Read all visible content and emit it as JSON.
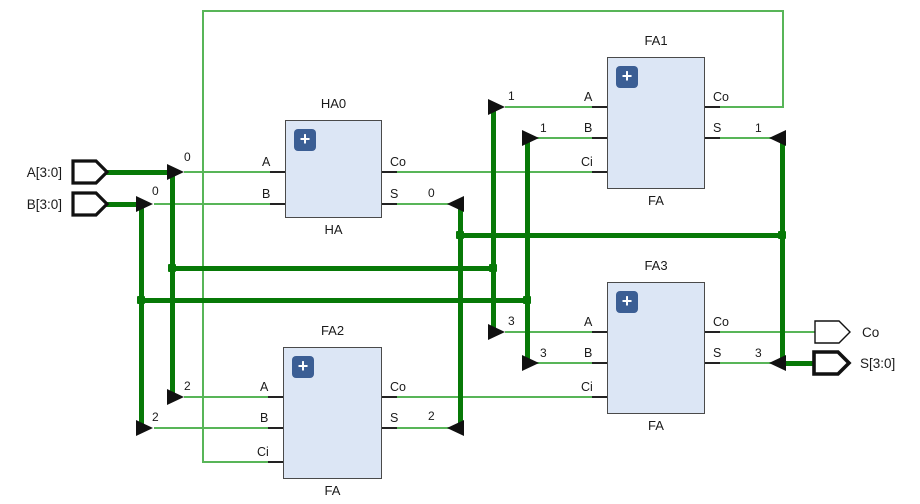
{
  "ports": {
    "input_a": "A[3:0]",
    "input_b": "B[3:0]",
    "output_co": "Co",
    "output_s": "S[3:0]"
  },
  "blocks": {
    "ha0": {
      "title": "HA0",
      "type": "HA",
      "pin_a": "A",
      "pin_b": "B",
      "pin_co": "Co",
      "pin_s": "S"
    },
    "fa1": {
      "title": "FA1",
      "type": "FA",
      "pin_a": "A",
      "pin_b": "B",
      "pin_ci": "Ci",
      "pin_co": "Co",
      "pin_s": "S"
    },
    "fa2": {
      "title": "FA2",
      "type": "FA",
      "pin_a": "A",
      "pin_b": "B",
      "pin_ci": "Ci",
      "pin_co": "Co",
      "pin_s": "S"
    },
    "fa3": {
      "title": "FA3",
      "type": "FA",
      "pin_a": "A",
      "pin_b": "B",
      "pin_ci": "Ci",
      "pin_co": "Co",
      "pin_s": "S"
    }
  },
  "taps": {
    "a0": "0",
    "b0": "0",
    "s0": "0",
    "a1": "1",
    "b1": "1",
    "s1": "1",
    "a2": "2",
    "b2": "2",
    "s2": "2",
    "a3": "3",
    "b3": "3",
    "s3": "3"
  },
  "icons": {
    "plus": "+"
  },
  "colors": {
    "bus_wire": "#077907",
    "bit_wire": "#58b558",
    "block_fill": "#dce6f5",
    "block_border": "#4a4a4a",
    "plus_icon_bg": "#3b5e94",
    "text": "#1a1a1a"
  }
}
